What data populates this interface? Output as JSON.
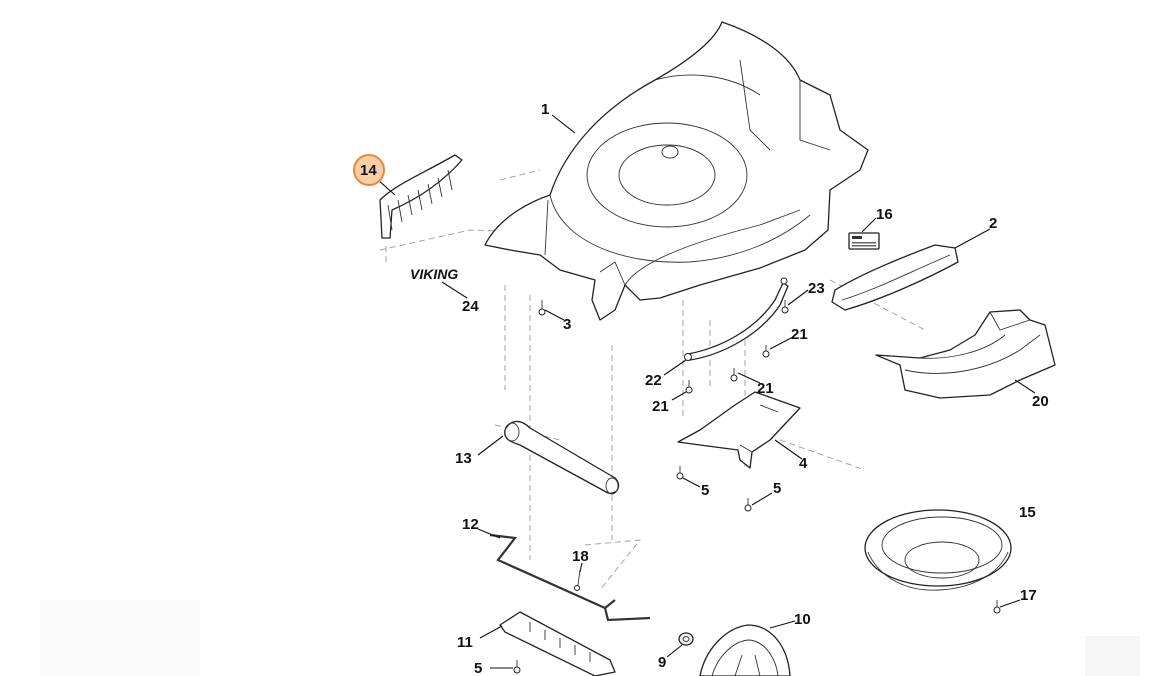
{
  "callouts": {
    "p1": "1",
    "p2": "2",
    "p3": "3",
    "p4": "4",
    "p5a": "5",
    "p5b": "5",
    "p5c": "5",
    "p9": "9",
    "p10": "10",
    "p11": "11",
    "p12": "12",
    "p13": "13",
    "p14": "14",
    "p15": "15",
    "p16": "16",
    "p17": "17",
    "p18": "18",
    "p20": "20",
    "p21a": "21",
    "p21b": "21",
    "p21c": "21",
    "p22": "22",
    "p23": "23",
    "p24": "24"
  },
  "logo": "VIKING",
  "highlight_color": "#e9883a",
  "highlight_fill": "#f8cfa6"
}
